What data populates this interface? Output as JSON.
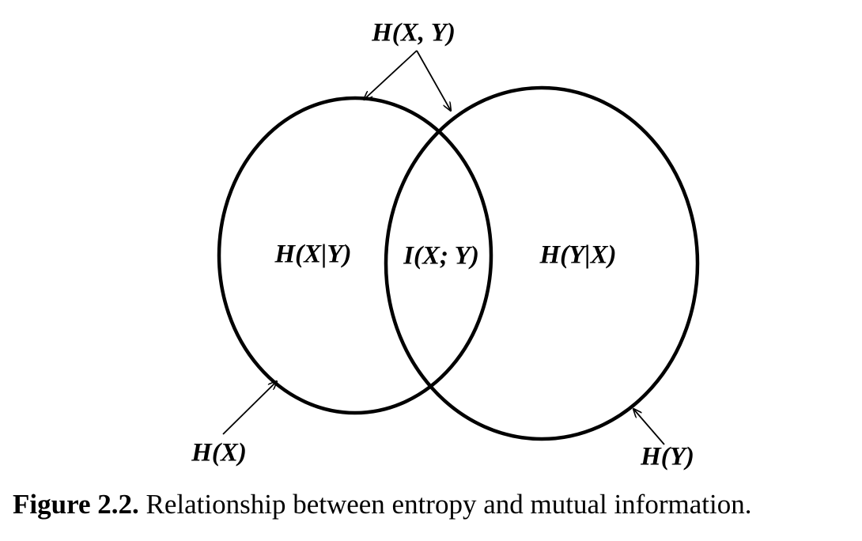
{
  "diagram": {
    "labels": {
      "joint_entropy": "H(X, Y)",
      "cond_x_given_y": "H(X|Y)",
      "mutual_information": "I(X; Y)",
      "cond_y_given_x": "H(Y|X)",
      "entropy_x": "H(X)",
      "entropy_y": "H(Y)"
    }
  },
  "caption": {
    "number": "Figure 2.2.",
    "text": "Relationship between entropy and mutual information."
  }
}
